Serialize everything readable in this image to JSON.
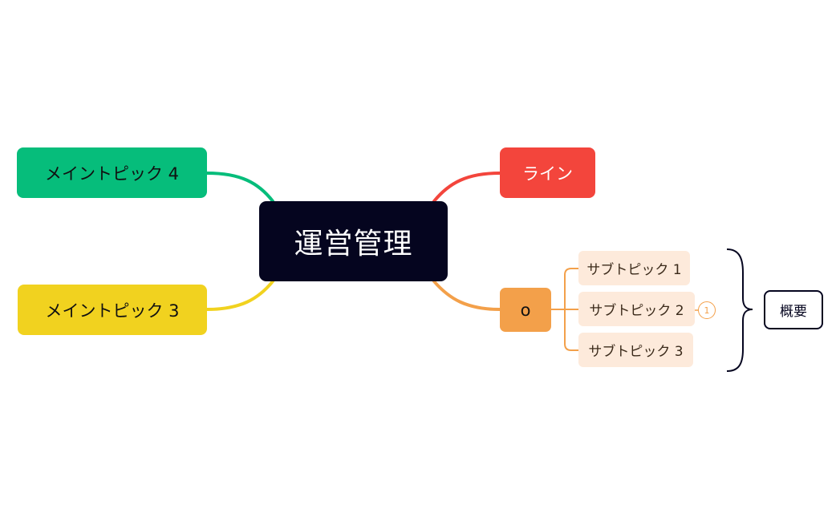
{
  "mindmap": {
    "central_topic": "運営管理",
    "main_topics": {
      "top_left": "メイントピック 4",
      "bottom_left": "メイントピック 3",
      "top_right": "ライン",
      "bottom_right": "o"
    },
    "subtopics": [
      "サブトピック 1",
      "サブトピック 2",
      "サブトピック 3"
    ],
    "subtopic_badge": "1",
    "summary_label": "概要"
  },
  "colors": {
    "central": "#05051f",
    "green": "#06bd7b",
    "yellow": "#f1d21f",
    "red": "#f3453c",
    "orange": "#f3a04a",
    "subtopic_fill": "#fdeadb",
    "summary_border": "#05051f"
  }
}
